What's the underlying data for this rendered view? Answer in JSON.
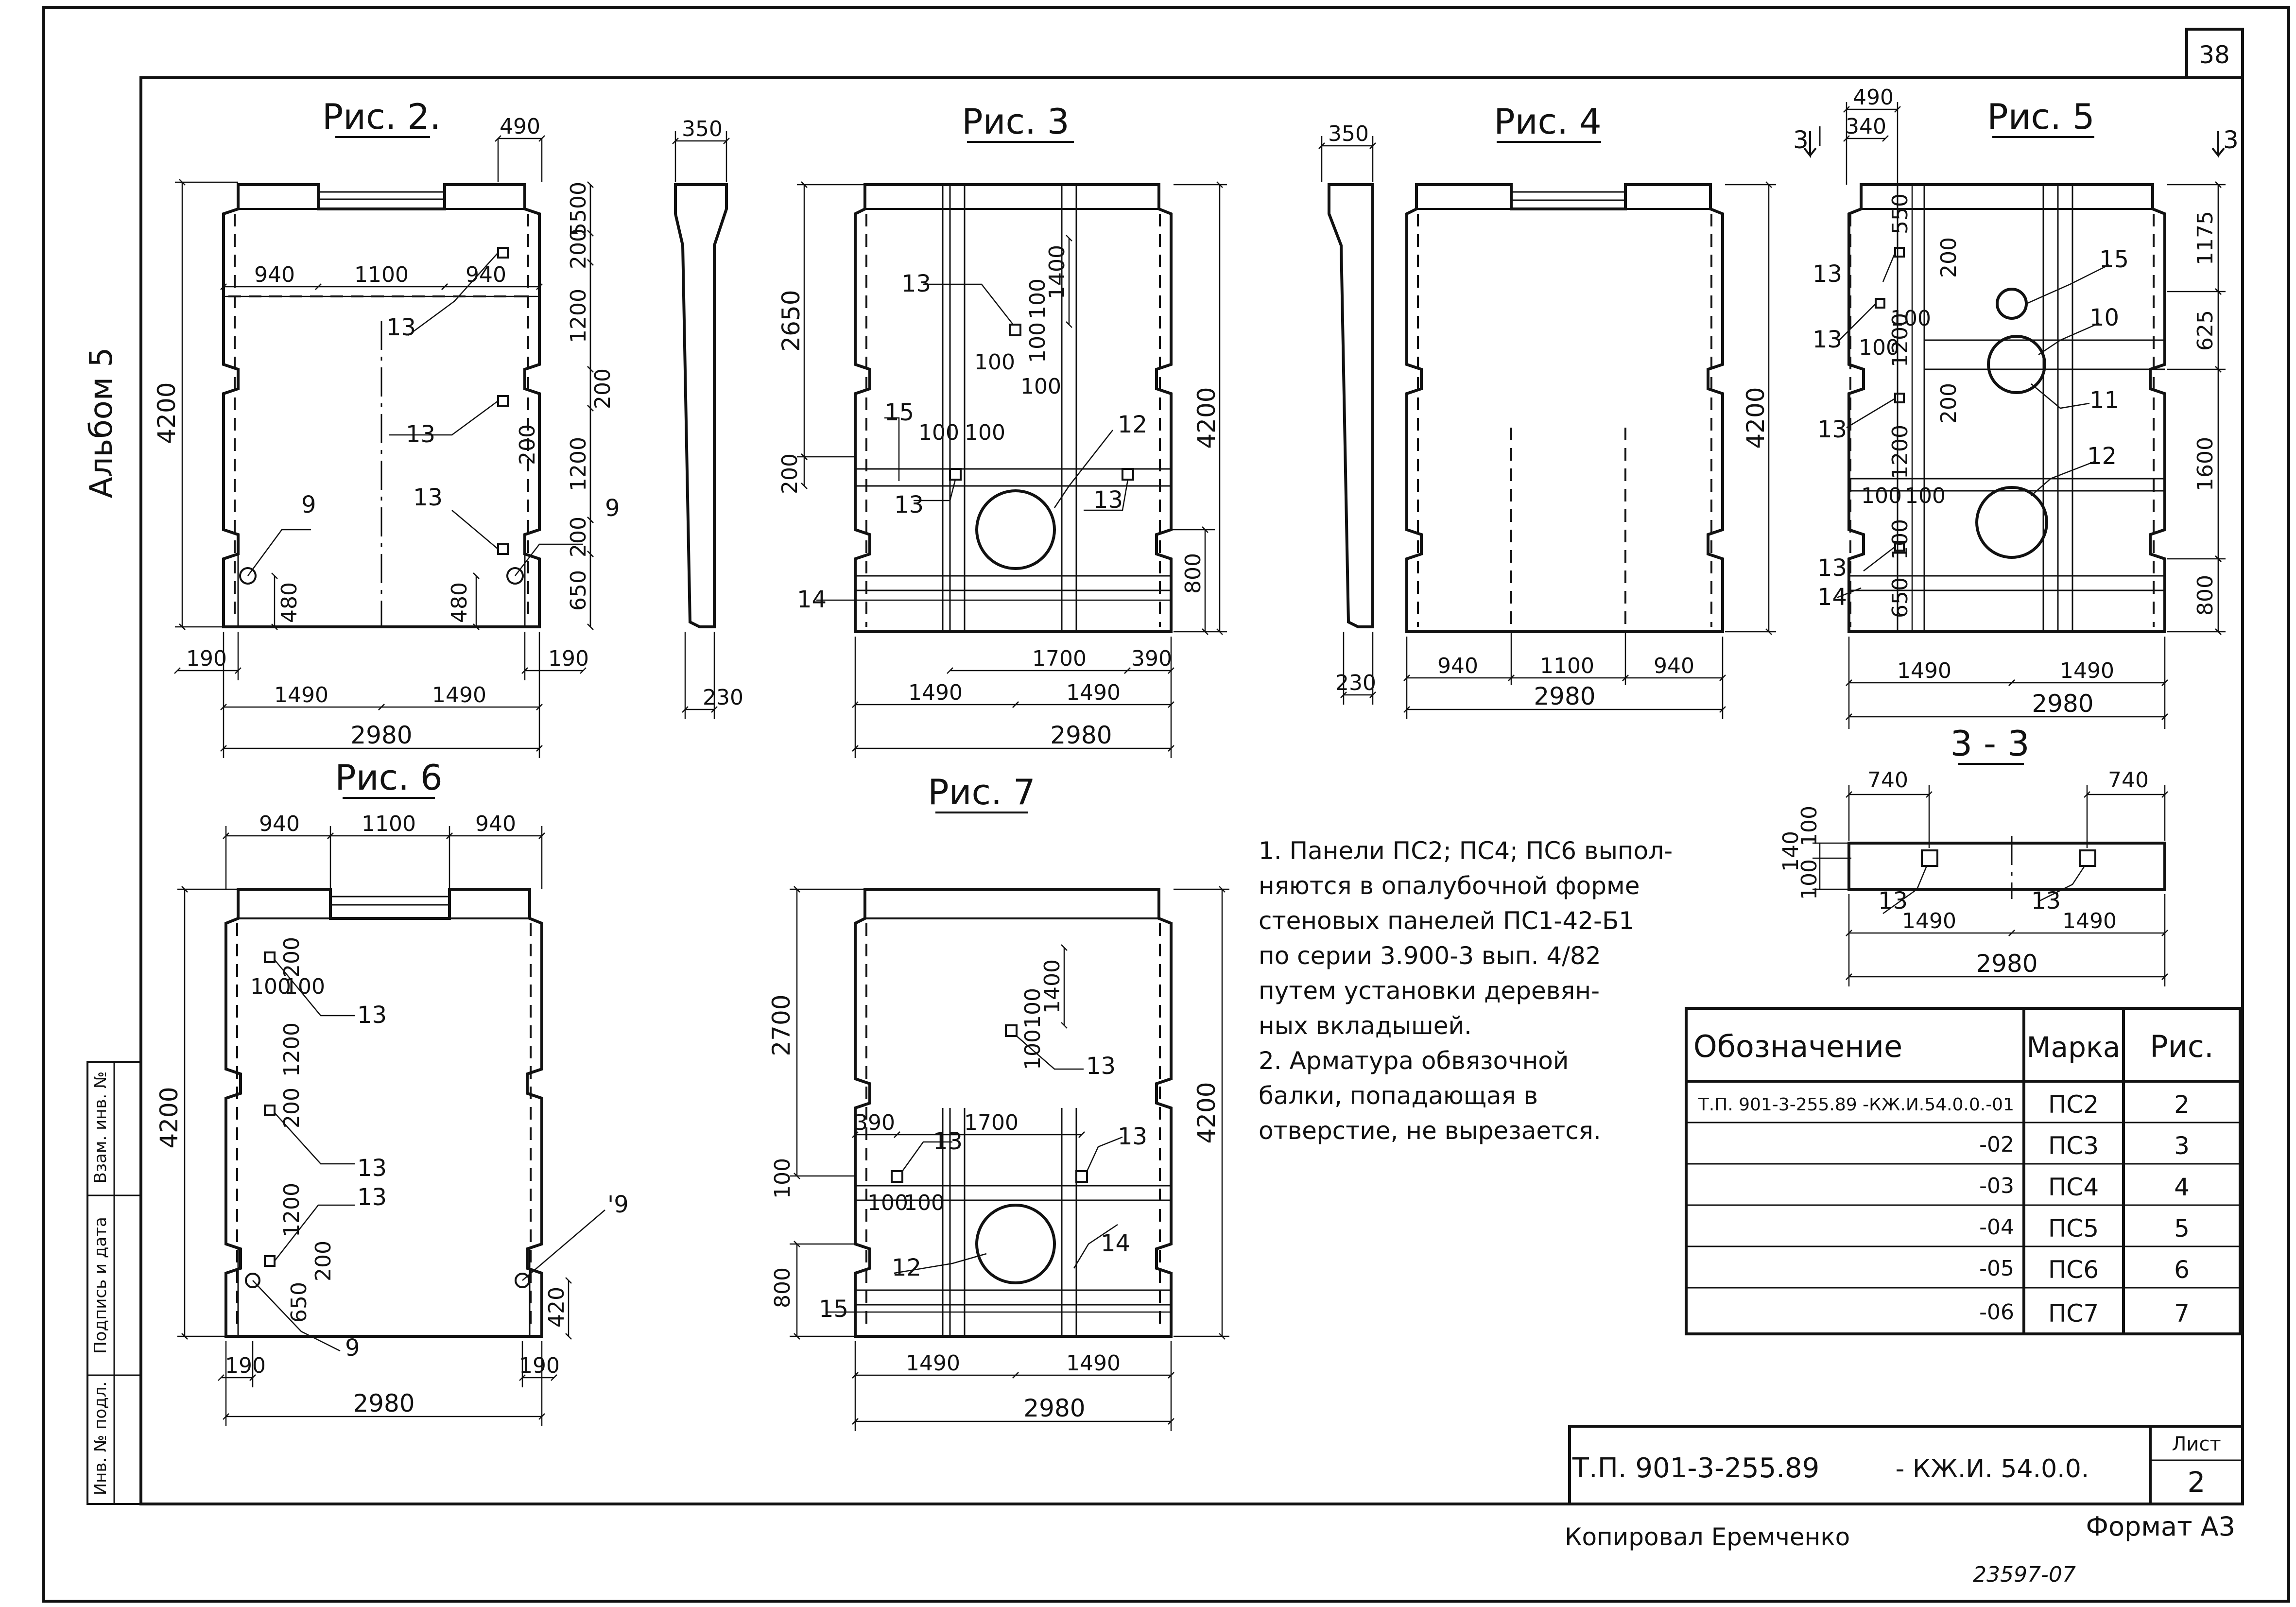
{
  "sheet": {
    "sheet_num": "38",
    "album": "Альбом 5",
    "side_stamps": [
      "Инв. № подл.",
      "Подпись и дата",
      "Взам. инв. №"
    ]
  },
  "figures": {
    "fig2": "Рис. 2.",
    "fig3": "Рис. 3",
    "fig4": "Рис. 4",
    "fig5": "Рис. 5",
    "fig6": "Рис. 6",
    "fig7": "Рис. 7",
    "section": "3 - 3",
    "sec_mark_l": "3",
    "sec_mark_r": "3"
  },
  "dims": {
    "d2_490": "490",
    "d2_5500": "5500",
    "d2_200a": "200",
    "d2_940a": "940",
    "d2_1100": "1100",
    "d2_940b": "940",
    "d2_1200a": "1200",
    "d2_200b": "200",
    "d2_200c": "200",
    "d2_1200b": "1200",
    "d2_200d": "200",
    "d2_650": "650",
    "d2_480a": "480",
    "d2_480b": "480",
    "d2_4200": "4200",
    "d2_190a": "190",
    "d2_190b": "190",
    "d2_1490a": "1490",
    "d2_1490b": "1490",
    "d2_2980": "2980",
    "e_350a": "350",
    "e_230a": "230",
    "e_350b": "350",
    "e_230b": "230",
    "d3_2650": "2650",
    "d3_1400": "1400",
    "d3_100a": "100",
    "d3_100b": "100",
    "d3_100c": "100",
    "d3_100d": "100",
    "d3_200": "200",
    "d3_100e": "100",
    "d3_100f": "100",
    "d3_4200": "4200",
    "d3_800": "800",
    "d3_1700": "1700",
    "d3_390": "390",
    "d3_1490a": "1490",
    "d3_1490b": "1490",
    "d3_2980": "2980",
    "d4_4200": "4200",
    "d4_940a": "940",
    "d4_1100": "1100",
    "d4_940b": "940",
    "d4_2980": "2980",
    "d5_490": "490",
    "d5_340": "340",
    "d5_550": "550",
    "d5_200a": "200",
    "d5_1175": "1175",
    "d5_100a": "100",
    "d5_1200a": "1200",
    "d5_100b": "100",
    "d5_625": "625",
    "d5_200b": "200",
    "d5_1200b": "1200",
    "d5_1600": "1600",
    "d5_100c": "100",
    "d5_100d": "100",
    "d5_100e": "100",
    "d5_650": "650",
    "d5_800": "800",
    "d5_1490a": "1490",
    "d5_1490b": "1490",
    "d5_2980": "2980",
    "s_740a": "740",
    "s_740b": "740",
    "s_100a": "100",
    "s_140": "140",
    "s_100b": "100",
    "s_1490a": "1490",
    "s_1490b": "1490",
    "s_2980": "2980",
    "d6_940a": "940",
    "d6_1100": "1100",
    "d6_940b": "940",
    "d6_200a": "200",
    "d6_100a": "100",
    "d6_100b": "100",
    "d6_1200a": "1200",
    "d6_200b": "200",
    "d6_1200b": "1200",
    "d6_200c": "200",
    "d6_650": "650",
    "d6_420": "420",
    "d6_4200": "4200",
    "d6_190a": "190",
    "d6_190b": "190",
    "d6_2980": "2980",
    "d7_2700": "2700",
    "d7_1400": "1400",
    "d7_100a": "100",
    "d7_100b": "100",
    "d7_390": "390",
    "d7_1700": "1700",
    "d7_100c": "100",
    "d7_100d": "100",
    "d7_100e": "100",
    "d7_4200": "4200",
    "d7_800": "800",
    "d7_1490a": "1490",
    "d7_1490b": "1490",
    "d7_2980": "2980"
  },
  "marks": {
    "m2_13a": "13",
    "m2_13b": "13",
    "m2_13c": "13",
    "m2_9a": "9",
    "m2_9b": "9",
    "m3_13a": "13",
    "m3_15": "15",
    "m3_12": "12",
    "m3_13b": "13",
    "m3_13c": "13",
    "m3_14": "14",
    "m5_13a": "13",
    "m5_13b": "13",
    "m5_13c": "13",
    "m5_13d": "13",
    "m5_14": "14",
    "m5_15": "15",
    "m5_10": "10",
    "m5_11": "11",
    "m5_12": "12",
    "ms_13a": "13",
    "ms_13b": "13",
    "m6_13a": "13",
    "m6_13b": "13",
    "m6_13c": "13",
    "m6_9a": "9",
    "m6_9b": "'9",
    "m7_13a": "13",
    "m7_13b": "13",
    "m7_13c": "13",
    "m7_14": "14",
    "m7_12": "12",
    "m7_15": "15"
  },
  "notes": [
    "1. Панели ПС2; ПС4; ПС6 выпол-",
    "няются в опалубочной форме",
    "стеновых панелей ПС1-42-Б1",
    "по серии 3.900-3 вып. 4/82",
    "путем установки деревян-",
    "ных вкладышей.",
    "2. Арматура обвязочной",
    "балки, попадающая в",
    "отверстие, не вырезается."
  ],
  "table": {
    "headers": [
      "Обозначение",
      "Марка",
      "Рис."
    ],
    "rows": [
      [
        "Т.П. 901-3-255.89 -КЖ.И.54.0.0.-01",
        "ПС2",
        "2"
      ],
      [
        "-02",
        "ПС3",
        "3"
      ],
      [
        "-03",
        "ПС4",
        "4"
      ],
      [
        "-04",
        "ПС5",
        "5"
      ],
      [
        "-05",
        "ПС6",
        "6"
      ],
      [
        "-06",
        "ПС7",
        "7"
      ]
    ]
  },
  "title_block": {
    "code": "Т.П. 901-3-255.89",
    "code2": "- КЖ.И. 54.0.0.",
    "sheet_label": "Лист",
    "sheet_no": "2"
  },
  "footer": {
    "copied": "Копировал Еремченко",
    "format": "Формат А3",
    "number": "23597-07"
  }
}
